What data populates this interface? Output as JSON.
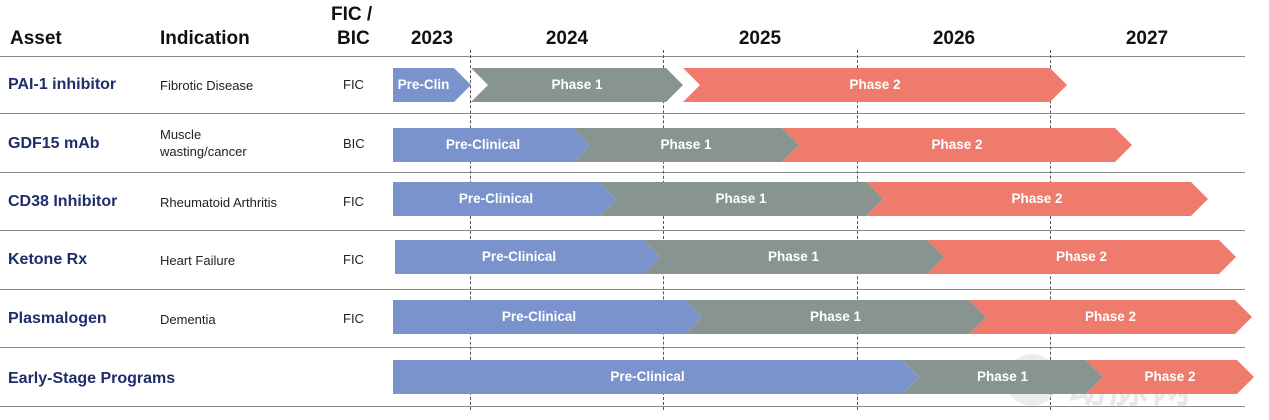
{
  "headers": {
    "asset": "Asset",
    "indication": "Indication",
    "fic_bic_line1": "FIC /",
    "fic_bic_line2": "BIC"
  },
  "years": [
    "2023",
    "2024",
    "2025",
    "2026",
    "2027"
  ],
  "colors": {
    "preclinical": "#7b93cd",
    "phase1": "#879490",
    "phase2": "#ee7b6c"
  },
  "rows": [
    {
      "asset": "PAI-1 inhibitor",
      "indication": "Fibrotic Disease",
      "fic_bic": "FIC",
      "phases": [
        {
          "label": "Pre-Clin",
          "type": "pre"
        },
        {
          "label": "Phase 1",
          "type": "ph1"
        },
        {
          "label": "Phase 2",
          "type": "ph2"
        }
      ]
    },
    {
      "asset": "GDF15 mAb",
      "indication": "Muscle wasting/cancer",
      "fic_bic": "BIC",
      "phases": [
        {
          "label": "Pre-Clinical",
          "type": "pre"
        },
        {
          "label": "Phase 1",
          "type": "ph1"
        },
        {
          "label": "Phase 2",
          "type": "ph2"
        }
      ]
    },
    {
      "asset": "CD38 Inhibitor",
      "indication": "Rheumatoid Arthritis",
      "fic_bic": "FIC",
      "phases": [
        {
          "label": "Pre-Clinical",
          "type": "pre"
        },
        {
          "label": "Phase 1",
          "type": "ph1"
        },
        {
          "label": "Phase 2",
          "type": "ph2"
        }
      ]
    },
    {
      "asset": "Ketone Rx",
      "indication": "Heart Failure",
      "fic_bic": "FIC",
      "phases": [
        {
          "label": "Pre-Clinical",
          "type": "pre"
        },
        {
          "label": "Phase 1",
          "type": "ph1"
        },
        {
          "label": "Phase 2",
          "type": "ph2"
        }
      ]
    },
    {
      "asset": "Plasmalogen",
      "indication": "Dementia",
      "fic_bic": "FIC",
      "phases": [
        {
          "label": "Pre-Clinical",
          "type": "pre"
        },
        {
          "label": "Phase 1",
          "type": "ph1"
        },
        {
          "label": "Phase 2",
          "type": "ph2"
        }
      ]
    },
    {
      "asset": "Early-Stage Programs",
      "indication": "",
      "fic_bic": "",
      "phases": [
        {
          "label": "Pre-Clinical",
          "type": "pre"
        },
        {
          "label": "Phase 1",
          "type": "ph1"
        },
        {
          "label": "Phase 2",
          "type": "ph2"
        }
      ]
    }
  ],
  "watermark": {
    "glyph": "B",
    "text": "动脉网"
  }
}
